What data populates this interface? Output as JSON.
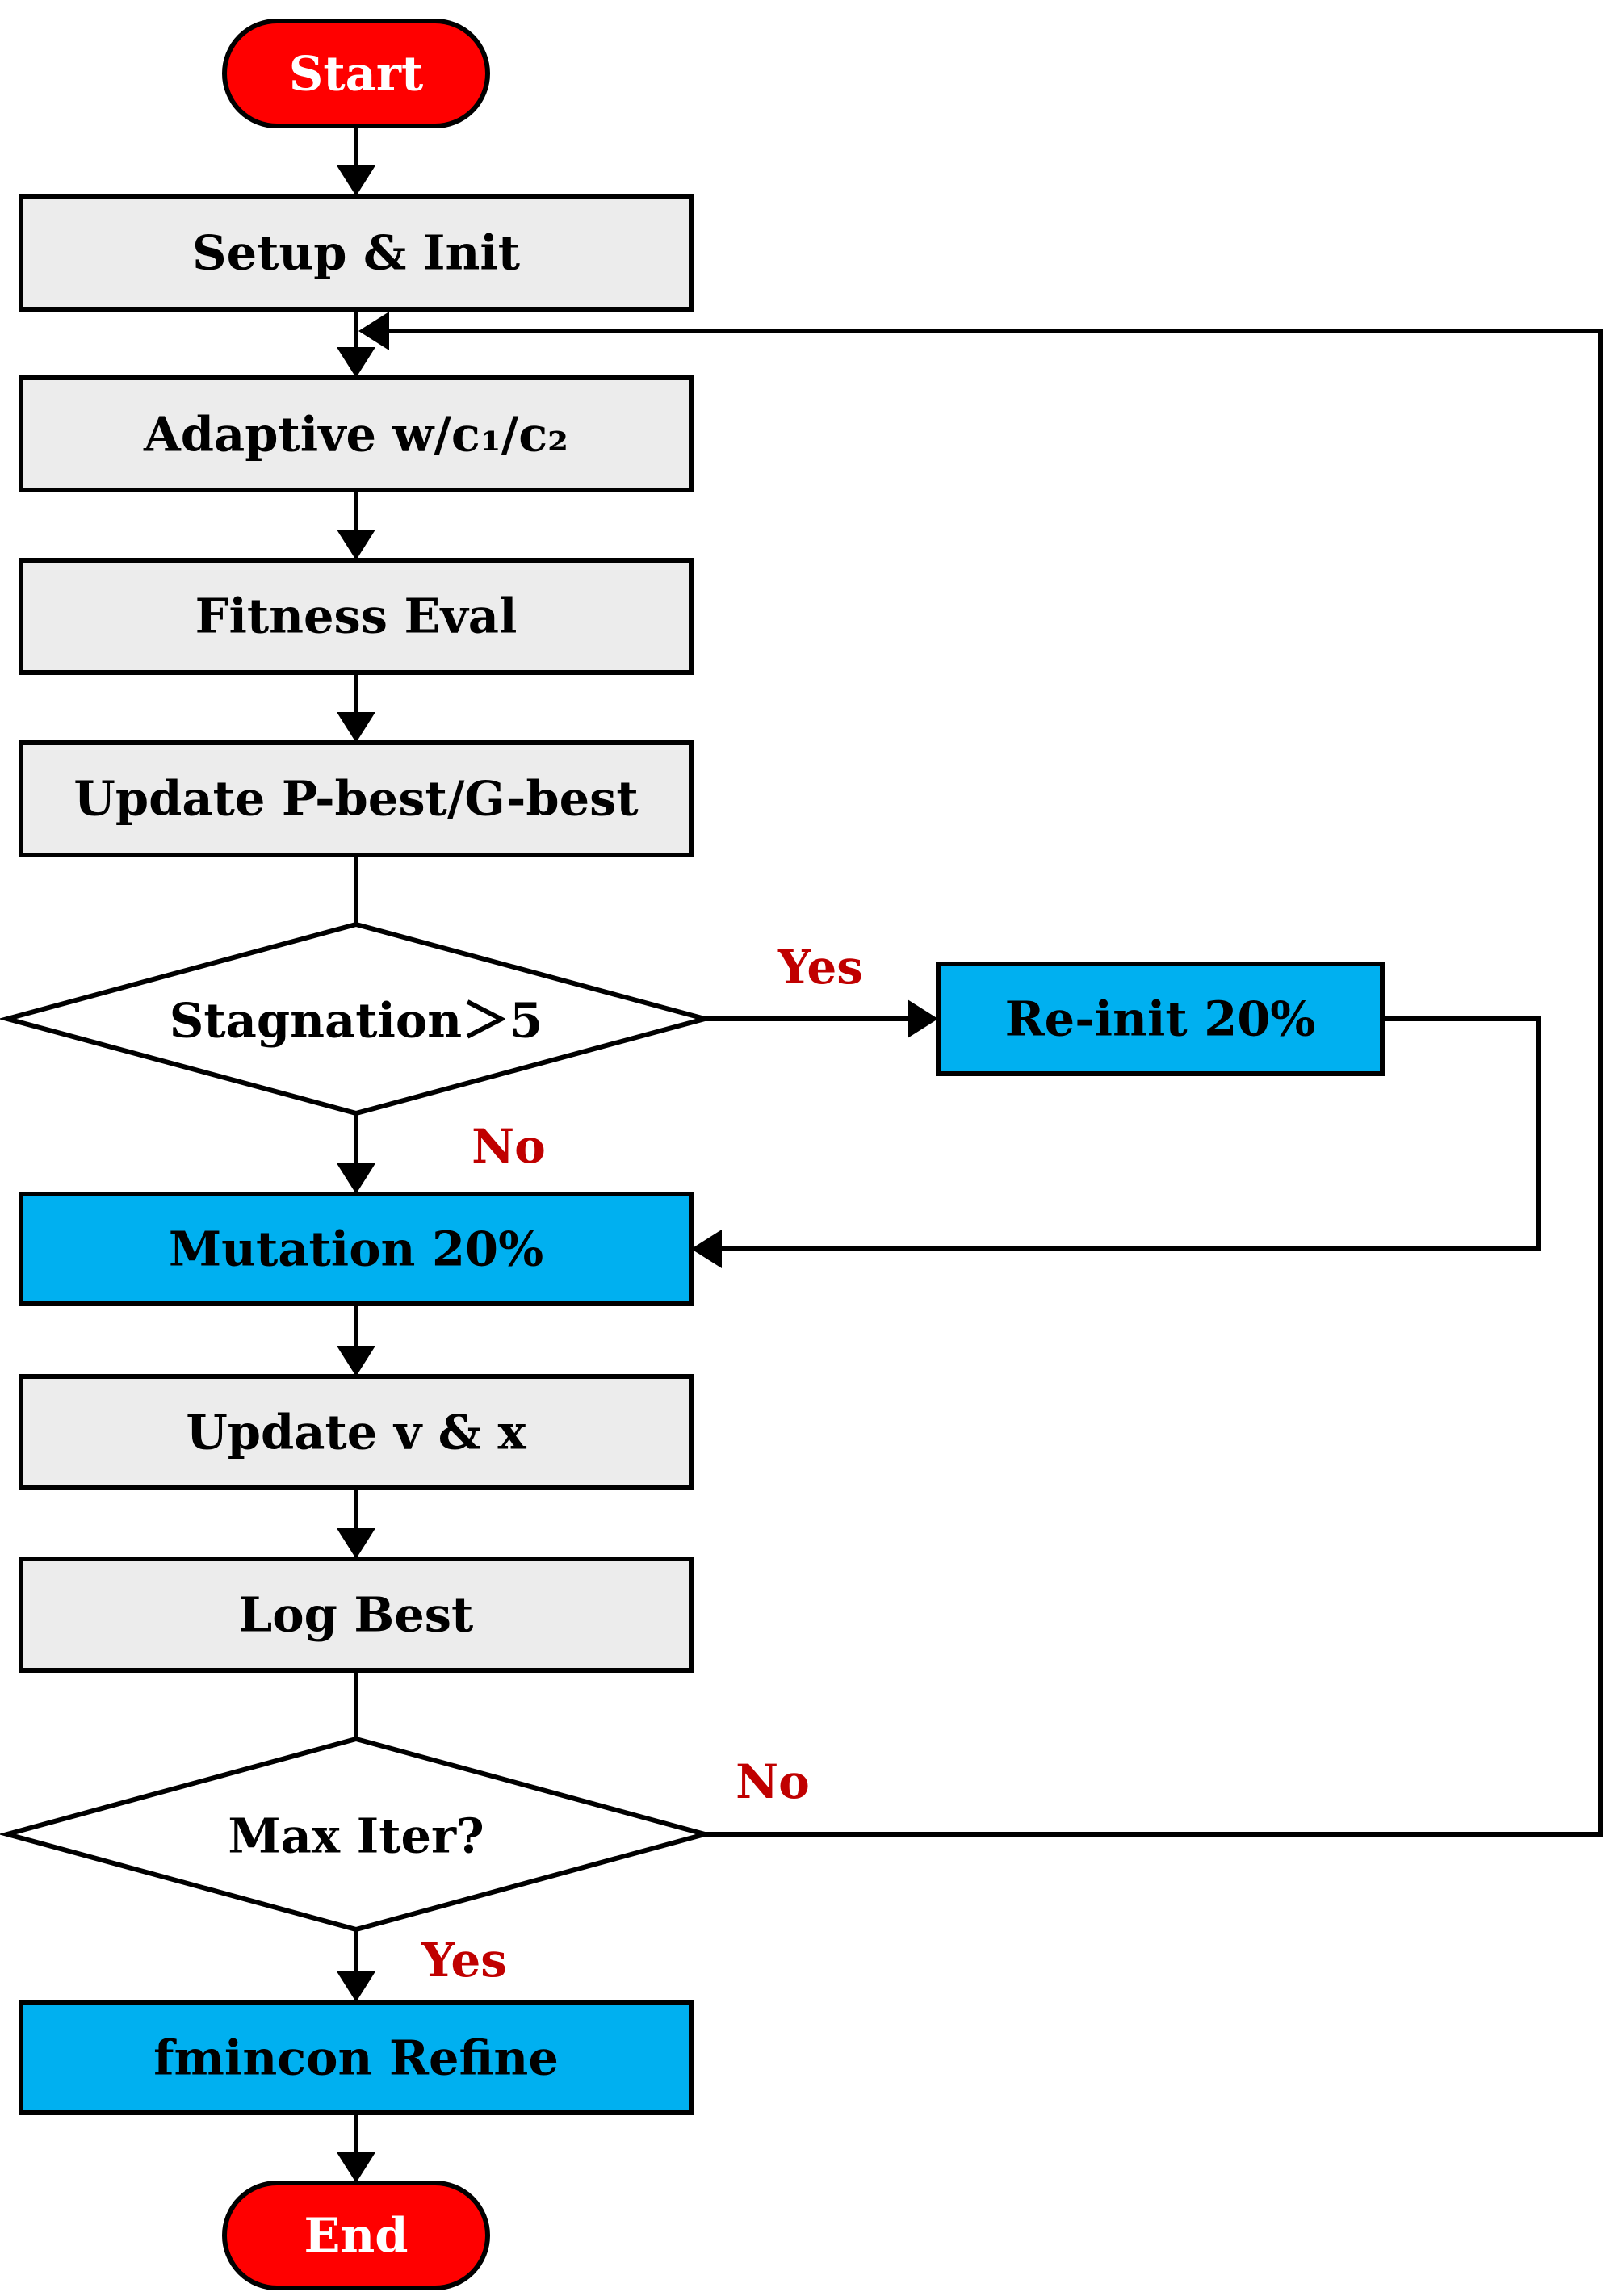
{
  "colors": {
    "terminal_fill": "#ff0000",
    "process_fill": "#ececec",
    "highlight_fill": "#00b0f0",
    "decision_fill": "#ffffff",
    "stroke": "#000000",
    "branch_label": "#c00000"
  },
  "nodes": {
    "start": "Start",
    "setup_init": "Setup & Init",
    "adaptive": "Adaptive w/c₁/c₂",
    "fitness_eval": "Fitness Eval",
    "update_best": "Update P-best/G-best",
    "stagnation": "Stagnation＞5",
    "reinit": "Re-init 20%",
    "mutation": "Mutation 20%",
    "update_vx": "Update v & x",
    "log_best": "Log Best",
    "max_iter": "Max Iter?",
    "fmincon": "fmincon Refine",
    "end": "End"
  },
  "branches": {
    "stagnation_yes": "Yes",
    "stagnation_no": "No",
    "max_iter_no": "No",
    "max_iter_yes": "Yes"
  }
}
